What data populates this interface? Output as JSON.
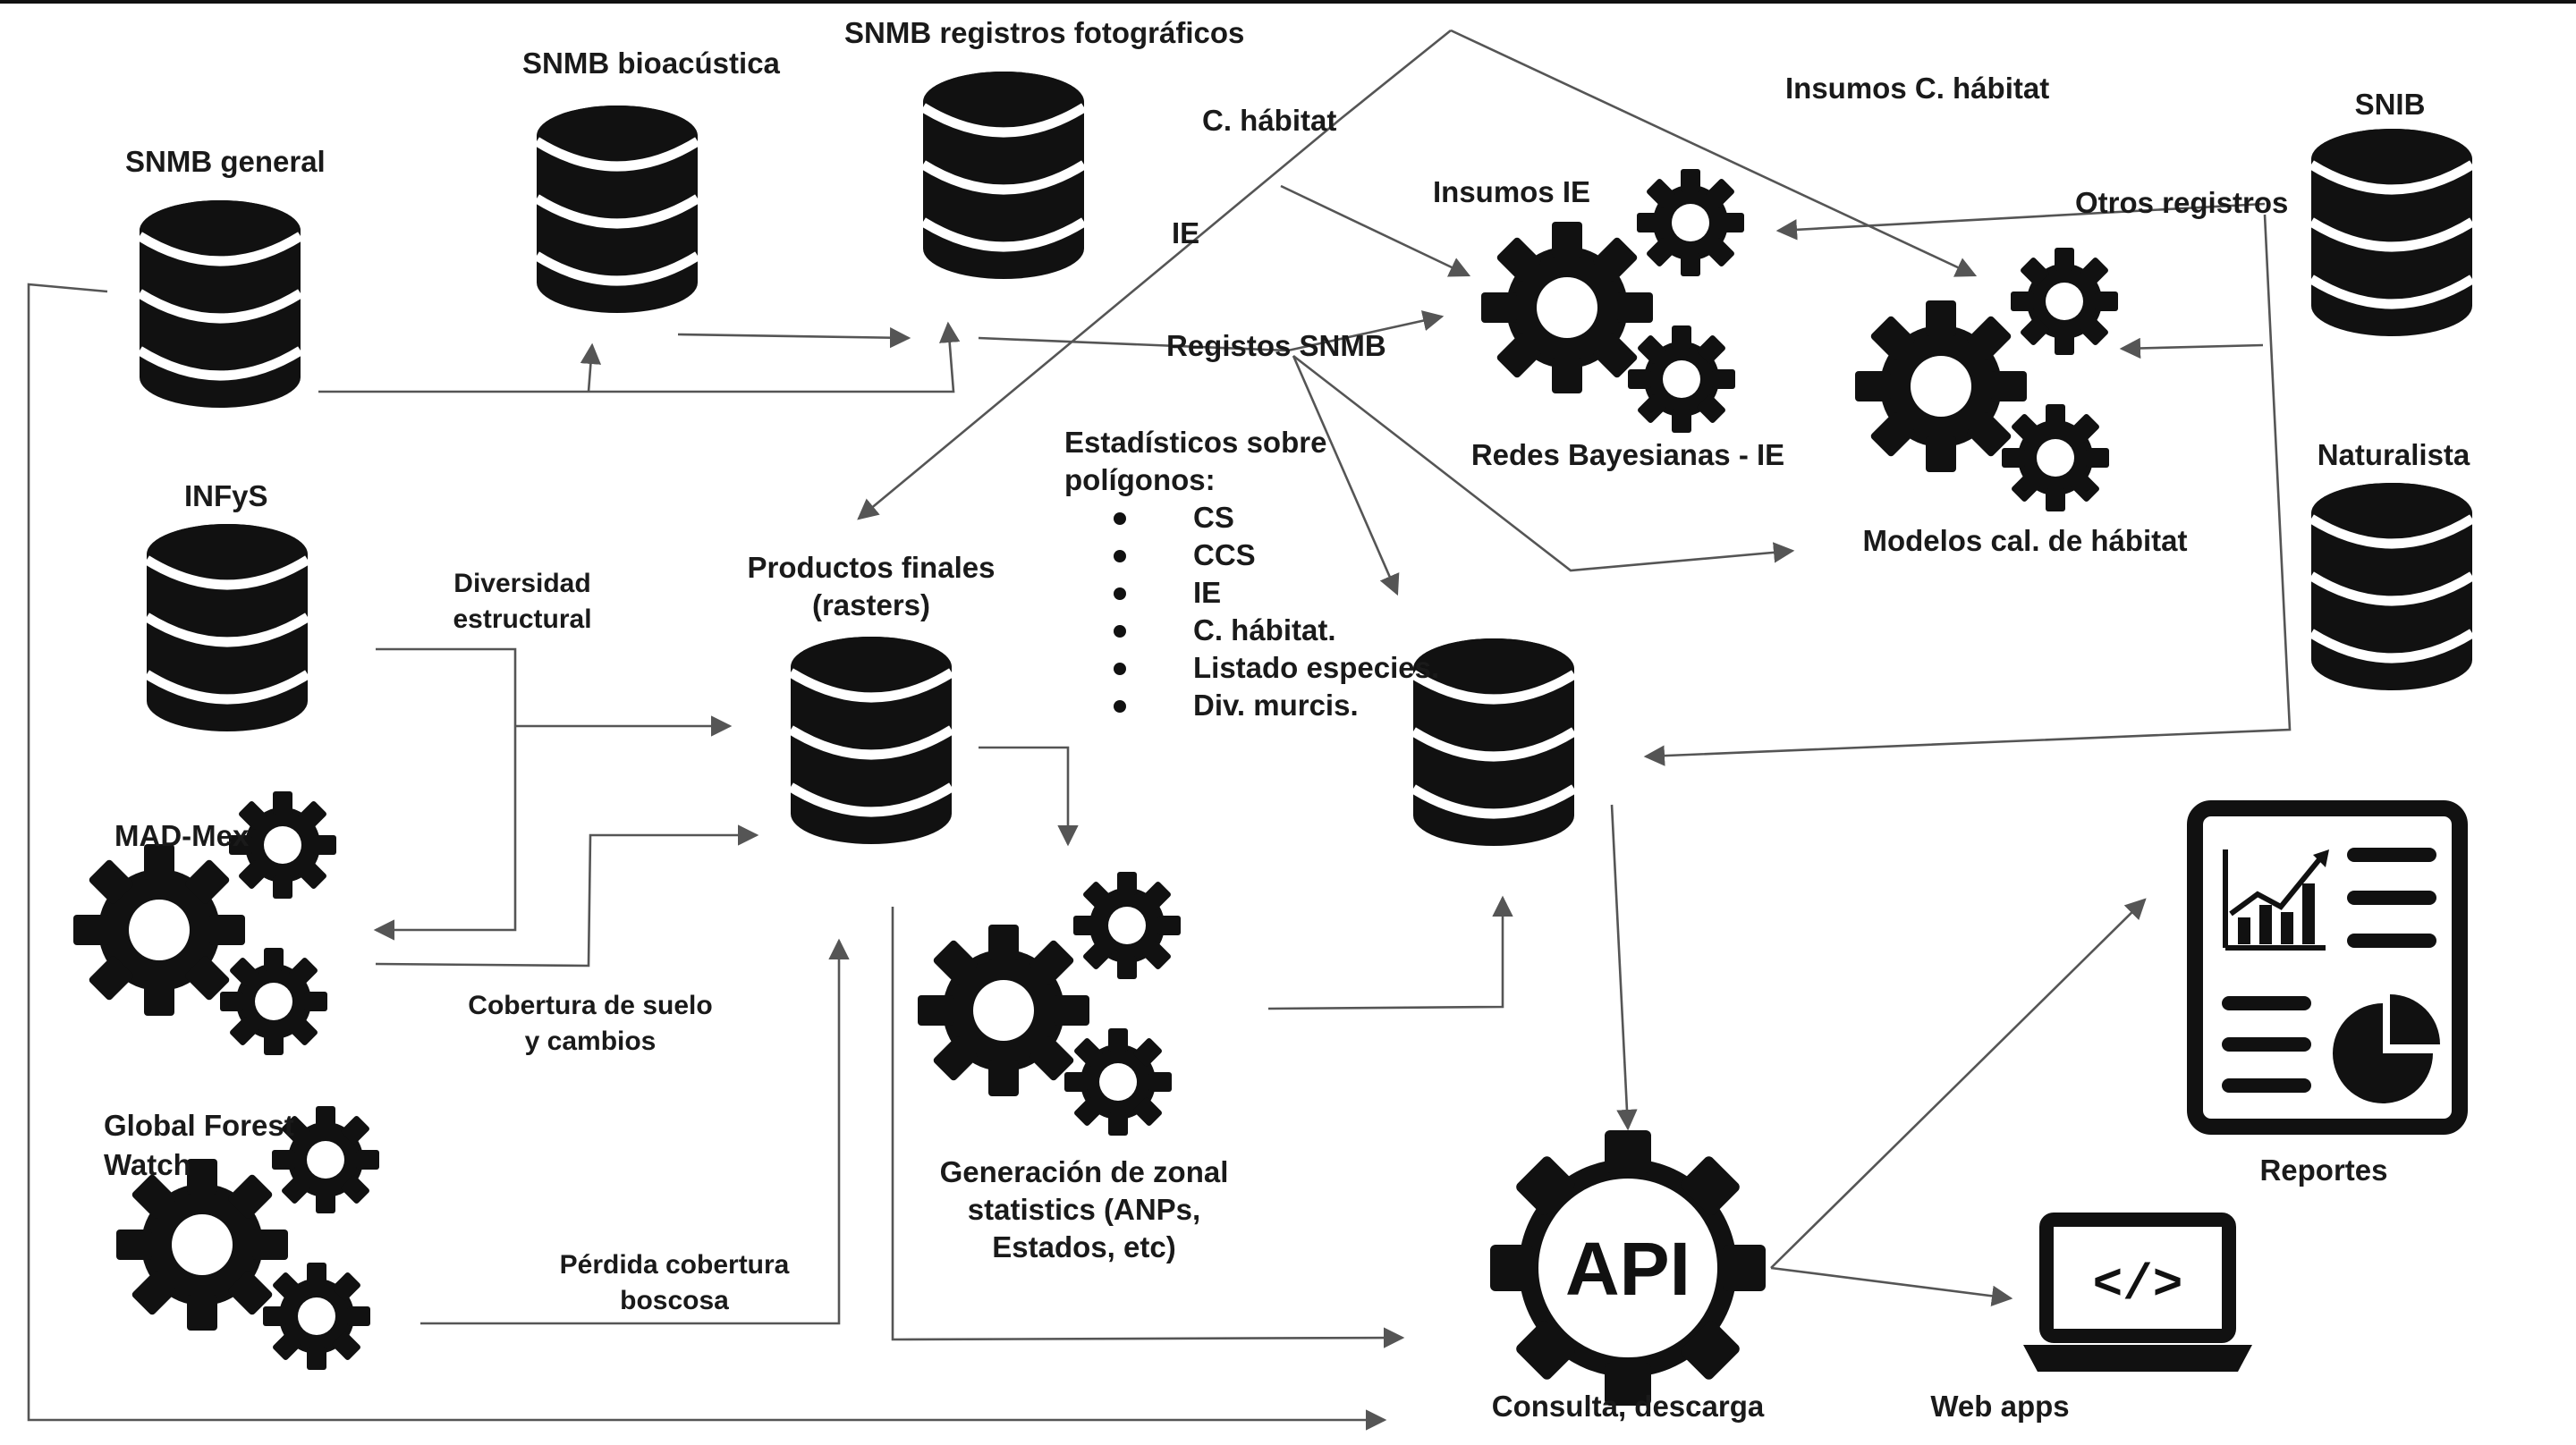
{
  "nodes": {
    "snmb_general": "SNMB general",
    "snmb_bioacustica": "SNMB bioacústica",
    "snmb_fotograficos": "SNMB registros fotográficos",
    "infys": "INFyS",
    "madmex": "MAD-Mex",
    "gfw_line1": "Global Forest",
    "gfw_line2": "Watch",
    "productos_line1": "Productos finales",
    "productos_line2": "(rasters)",
    "zonal_line1": "Generación de zonal",
    "zonal_line2": "statistics (ANPs,",
    "zonal_line3": "Estados, etc)",
    "redes": "Redes Bayesianas - IE",
    "modelos": "Modelos cal. de hábitat",
    "snib": "SNIB",
    "naturalista": "Naturalista",
    "api": "Consulta, descarga",
    "api_icon_text": "API",
    "reportes": "Reportes",
    "webapps": "Web apps"
  },
  "edge_labels": {
    "c_habitat": "C. hábitat",
    "ie": "IE",
    "insumos_ie": "Insumos IE",
    "insumos_c_habitat": "Insumos C. hábitat",
    "otros_registros": "Otros registros",
    "registros_snmb": "Registos SNMB",
    "diversidad_1": "Diversidad",
    "diversidad_2": "estructural",
    "cobertura_1": "Cobertura de suelo",
    "cobertura_2": "y cambios",
    "perdida_1": "Pérdida cobertura",
    "perdida_2": "boscosa"
  },
  "stats": {
    "heading_1": "Estadísticos sobre",
    "heading_2": "polígonos:",
    "items": [
      "CS",
      "CCS",
      "IE",
      "C. hábitat.",
      "Listado especies.",
      "Div. murcis."
    ]
  },
  "colors": {
    "ink": "#111111",
    "edge": "#555555",
    "background": "#ffffff"
  }
}
